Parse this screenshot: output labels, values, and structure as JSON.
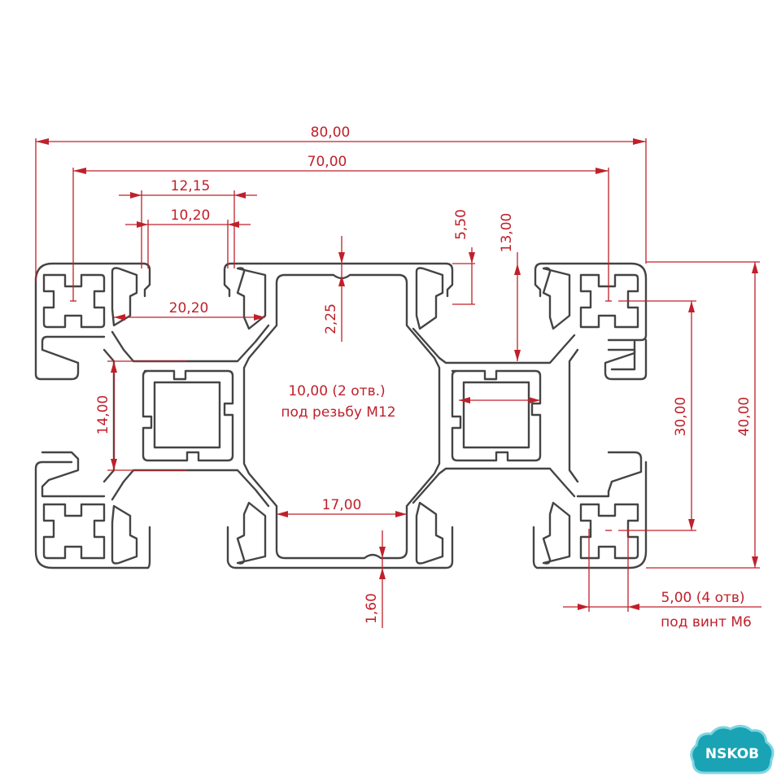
{
  "dimensions": {
    "overall_width": "80,00",
    "hole_spacing_width": "70,00",
    "slot_outer": "12,15",
    "slot_inner": "10,20",
    "top_lip_depth": "5,50",
    "top_depth": "13,00",
    "core_offset": "20,20",
    "wall_top": "2,25",
    "core_height": "14,00",
    "center_hole": "10,00 (2 отв.)",
    "center_hole_note": "под резьбу М12",
    "bottom_span": "17,00",
    "wall_bottom": "1,60",
    "hole_spacing_height": "30,00",
    "overall_height": "40,00",
    "corner_hole": "5,00 (4 отв)",
    "corner_hole_note": "под винт М6"
  },
  "logo": {
    "text": "NSKOB",
    "color": "#1aa3b5"
  },
  "colors": {
    "dimension": "#c0202a",
    "outline": "#444444"
  }
}
